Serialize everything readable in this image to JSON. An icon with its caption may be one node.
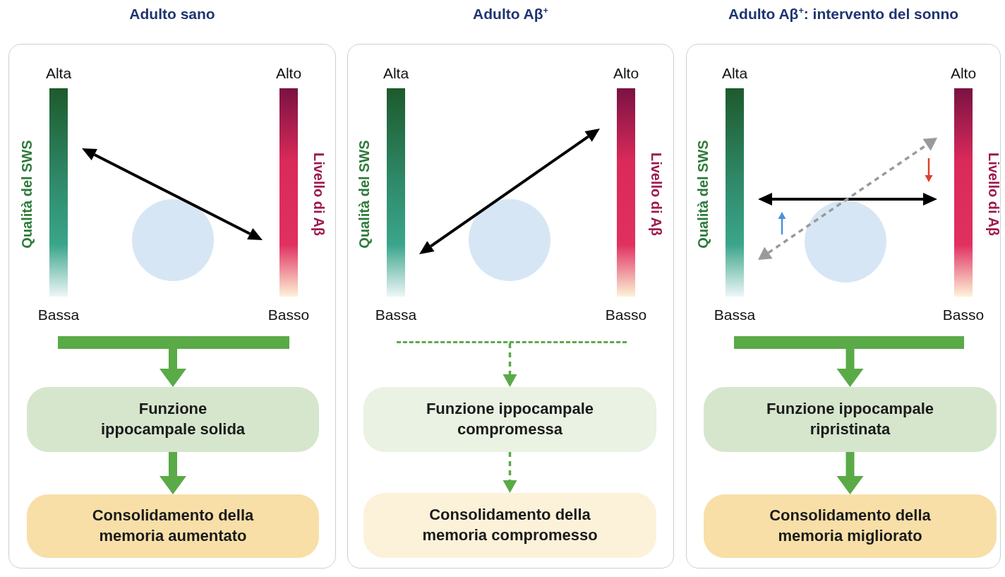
{
  "diagram": {
    "nodes": [
      {
        "text": [
          "Adulto sano"
        ]
      },
      {
        "text": [
          "Alta",
          "Qualità del SWS",
          "Bassa"
        ],
        "in": 0
      },
      {
        "text": [
          "Alto",
          "Livello di Aβ",
          "Basso"
        ],
        "in": 0
      },
      {
        "text": [],
        "shape": "bar",
        "in": 0
      },
      {
        "text": [
          "Funzione ippocampale solida"
        ],
        "in": 0
      },
      {
        "text": [
          "Consolidamento della memoria aumentato"
        ],
        "in": 0
      },
      {
        "text": [
          "Adulto Aβ$^{+}$"
        ]
      },
      {
        "text": [
          "Alta",
          "Qualità del SWS",
          "Bassa"
        ],
        "in": 6
      },
      {
        "text": [
          "Alto",
          "Livello di Aβ",
          "Basso"
        ],
        "in": 6
      },
      {
        "text": [],
        "shape": "bar",
        "in": 6
      },
      {
        "text": [
          "Funzione ippocampale compromessa"
        ],
        "in": 6
      },
      {
        "text": [
          "Consolidamento della memoria compromesso"
        ],
        "in": 6
      },
      {
        "text": [
          "Adulto Aβ$^{+}$: intervento del sonno"
        ]
      },
      {
        "text": [
          "Alta",
          "Qualità del SWS",
          "Bassa"
        ],
        "in": 12
      },
      {
        "text": [
          "Alto",
          "Livello di Aβ",
          "Basso"
        ],
        "in": 12
      },
      {
        "text": [],
        "shape": "bar",
        "in": 12
      },
      {
        "text": [
          "Funzione ippocampale ripristinata"
        ],
        "in": 12
      },
      {
        "text": [
          "Consolidamento della memoria migliorato"
        ],
        "in": 12
      }
    ],
    "edges": [
      {
        "from": 1,
        "to": 2,
        "arrow": "both",
        "color": "#000000"
      },
      {
        "from": 3,
        "to": 4,
        "arrow": "to",
        "style": "thick"
      },
      {
        "from": 4,
        "to": 5,
        "arrow": "to",
        "style": "thick"
      },
      {
        "from": 7,
        "to": 8,
        "arrow": "both",
        "color": "#000000"
      },
      {
        "from": 9,
        "to": 10,
        "arrow": "to",
        "style": "dashed"
      },
      {
        "from": 10,
        "to": 11,
        "arrow": "to",
        "style": "dashed"
      },
      {
        "from": 13,
        "to": 14,
        "arrow": "both",
        "color": "#000000"
      },
      {
        "from": 13,
        "to": 14,
        "arrow": "both",
        "style": "dashed",
        "color": "#9a9a9a"
      },
      {
        "from": 15,
        "to": 16,
        "arrow": "to",
        "style": "thick"
      },
      {
        "from": 16,
        "to": 17,
        "arrow": "to",
        "style": "thick"
      }
    ]
  }
}
